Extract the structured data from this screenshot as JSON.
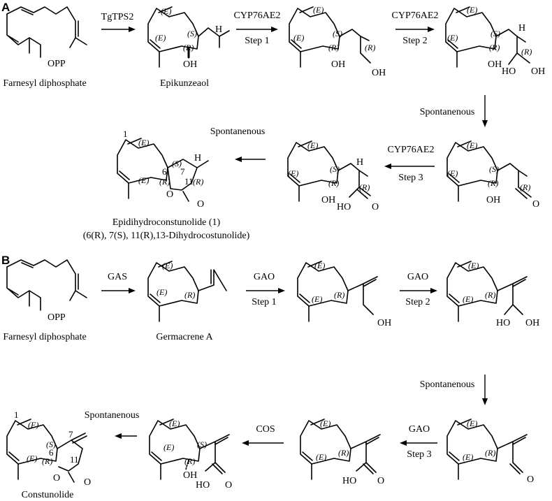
{
  "panels": [
    "A",
    "B"
  ],
  "panelA": {
    "names": {
      "fpp": "Farnesyl diphosphate",
      "epikunzeaol": "Epikunzeaol",
      "product": "Epidihydroconstunolide (1)",
      "product_sub": "(6(R), 7(S), 11(R),13-Dihydrocostunolide)"
    },
    "arrows": {
      "a1": "TgTPS2",
      "a2_top": "CYP76AE2",
      "a2_bottom": "Step 1",
      "a3_top": "CYP76AE2",
      "a3_bottom": "Step 2",
      "a4": "Spontanenous",
      "a5_top": "CYP76AE2",
      "a5_bottom": "Step 3",
      "a6": "Spontanenous"
    }
  },
  "panelB": {
    "names": {
      "fpp": "Farnesyl diphosphate",
      "germacrene": "Germacrene A",
      "product": "Constunolide"
    },
    "arrows": {
      "b1": "GAS",
      "b2_top": "GAO",
      "b2_bottom": "Step 1",
      "b3_top": "GAO",
      "b3_bottom": "Step 2",
      "b4": "Spontanenous",
      "b5_top": "GAO",
      "b5_bottom": "Step 3",
      "b6": "COS",
      "b7": "Spontanenous"
    }
  },
  "atoms": {
    "opp": "OPP",
    "oh": "OH",
    "h": "H",
    "o": "O",
    "ho": "HO",
    "E": "(E)",
    "R": "(R)",
    "S": "(S)",
    "Rplain": "(R)",
    "Splain": "(S)",
    "c1": "1",
    "c6": "6",
    "c7": "7",
    "c11": "11"
  }
}
